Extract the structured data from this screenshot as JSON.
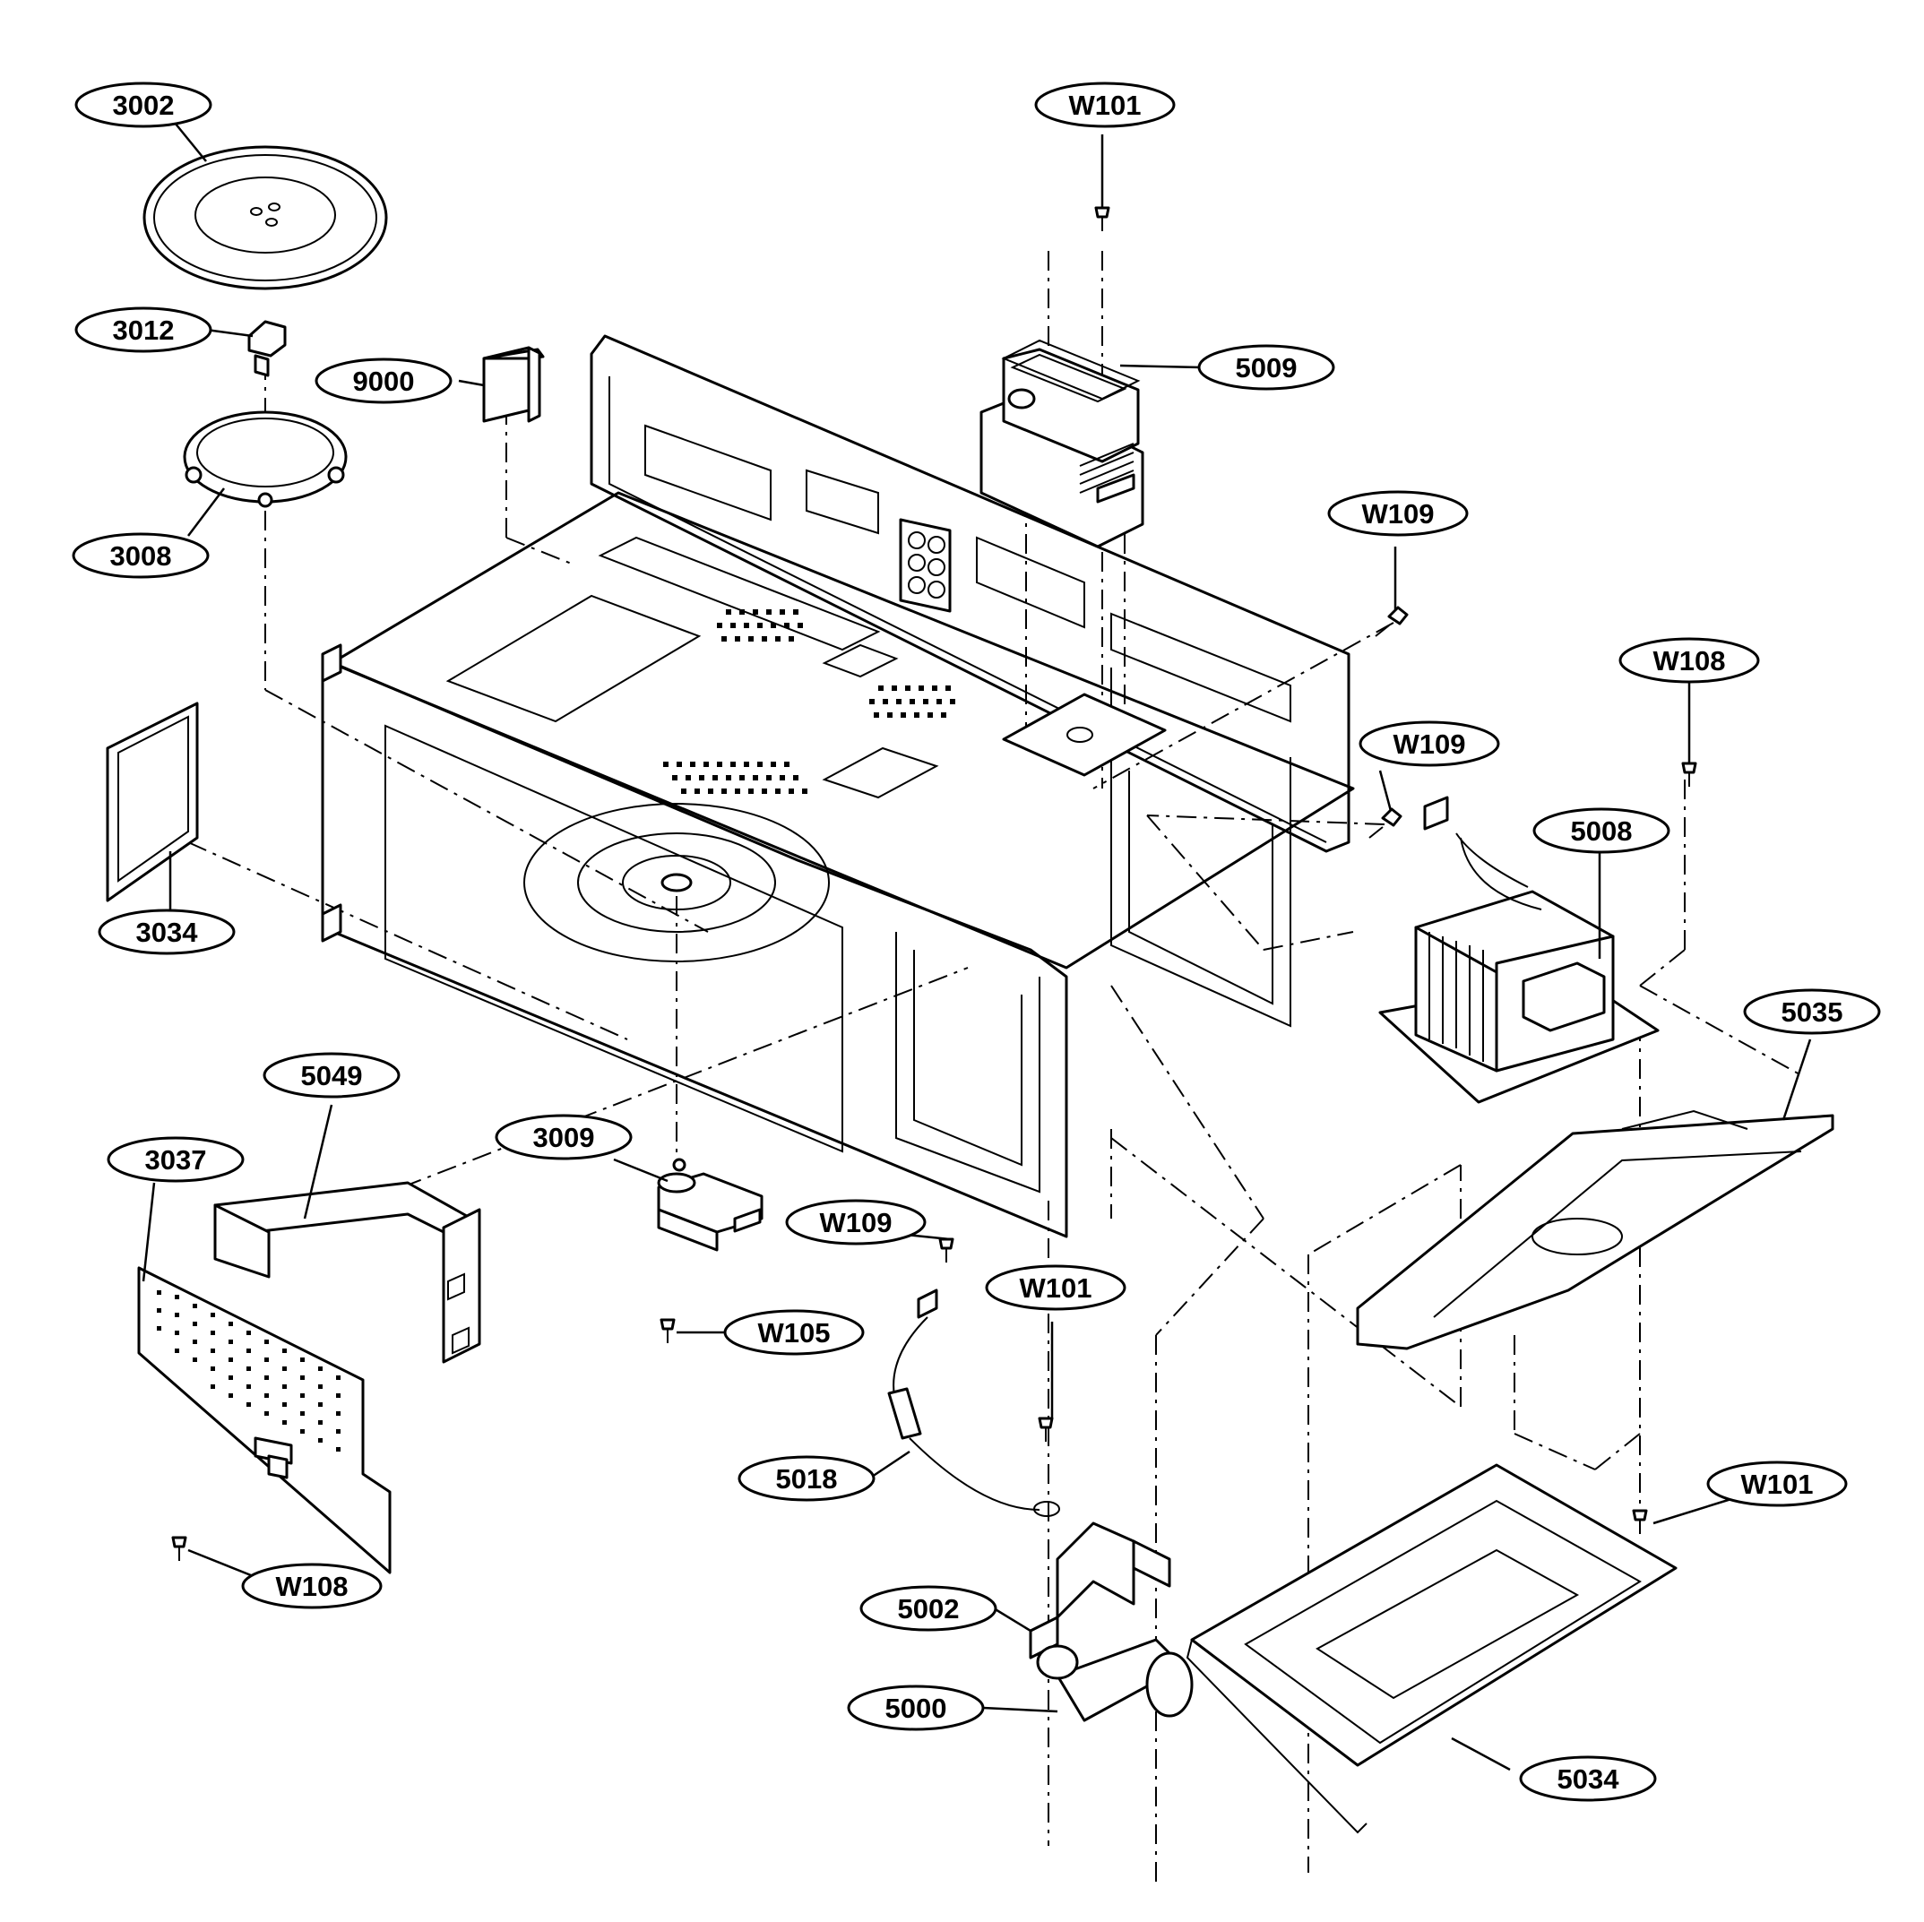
{
  "callouts": {
    "p3002": "3002",
    "p3012": "3012",
    "p3008": "3008",
    "p9000": "9000",
    "p3034": "3034",
    "p5049": "5049",
    "p3037": "3037",
    "p3009": "3009",
    "pW105": "W105",
    "pW109a": "W109",
    "pW108a": "W108",
    "pW101a": "W101",
    "p5009": "5009",
    "pW109b": "W109",
    "pW108b": "W108",
    "pW109c": "W109",
    "p5008": "5008",
    "p5035": "5035",
    "pW101b": "W101",
    "p5018": "5018",
    "pW101c": "W101",
    "p5002": "5002",
    "p5000": "5000",
    "p5034": "5034"
  },
  "icons": {
    "screw": "screw-icon",
    "turntable": "glass-tray-icon",
    "magnetron": "magnetron-icon",
    "transformer": "transformer-icon",
    "capacitor": "capacitor-icon"
  }
}
